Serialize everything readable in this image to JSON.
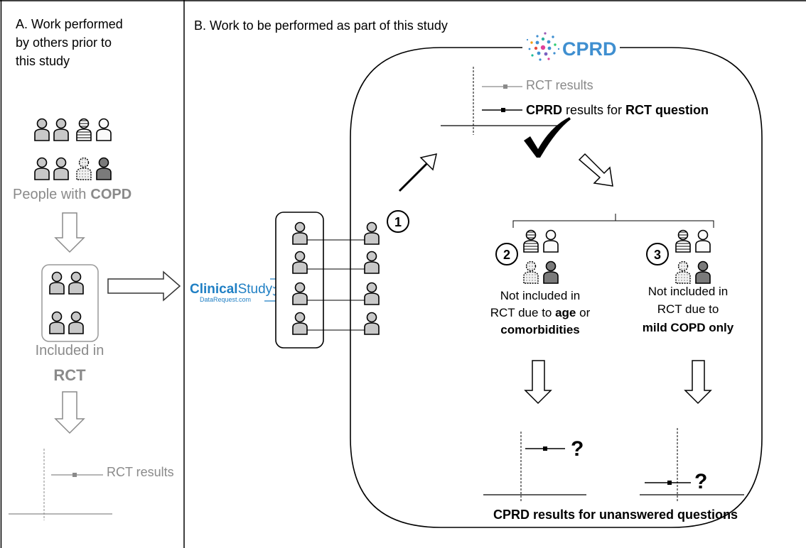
{
  "panel_a": {
    "title_lines": [
      "A. Work performed",
      "by others prior to",
      "this study"
    ],
    "people_label": "People with",
    "people_label_bold": "COPD",
    "included_line1": "Included in",
    "included_line2": "RCT",
    "rct_results": "RCT results"
  },
  "panel_b": {
    "title": "B. Work to be performed as part of this study",
    "cprd_logo_text": "CPRD",
    "csdr_logo_main_1": "Clinical",
    "csdr_logo_main_2": "Study",
    "csdr_logo_sub": "DataRequest.com",
    "top_result_gray": "RCT results",
    "top_result_bold1": "CPRD",
    "top_result_mid": " results for ",
    "top_result_bold2": "RCT question",
    "step1": "1",
    "step2": "2",
    "step3": "3",
    "g2_line1": "Not included in",
    "g2_line2a": "RCT due to ",
    "g2_line2b": "age",
    "g2_line2c": " or",
    "g2_line3": "comorbidities",
    "g3_line1": "Not included in",
    "g3_line2": "RCT due to",
    "g3_line3": "mild COPD only",
    "question_mark": "?",
    "bottom_label": "CPRD results for unanswered questions"
  },
  "colors": {
    "gray_text": "#8a8a8a",
    "person_fill": "#c8c8c8",
    "person_dark": "#7a7a7a",
    "cprd_blue": "#3f8fd0",
    "csdr_blue": "#1f7fc4"
  }
}
